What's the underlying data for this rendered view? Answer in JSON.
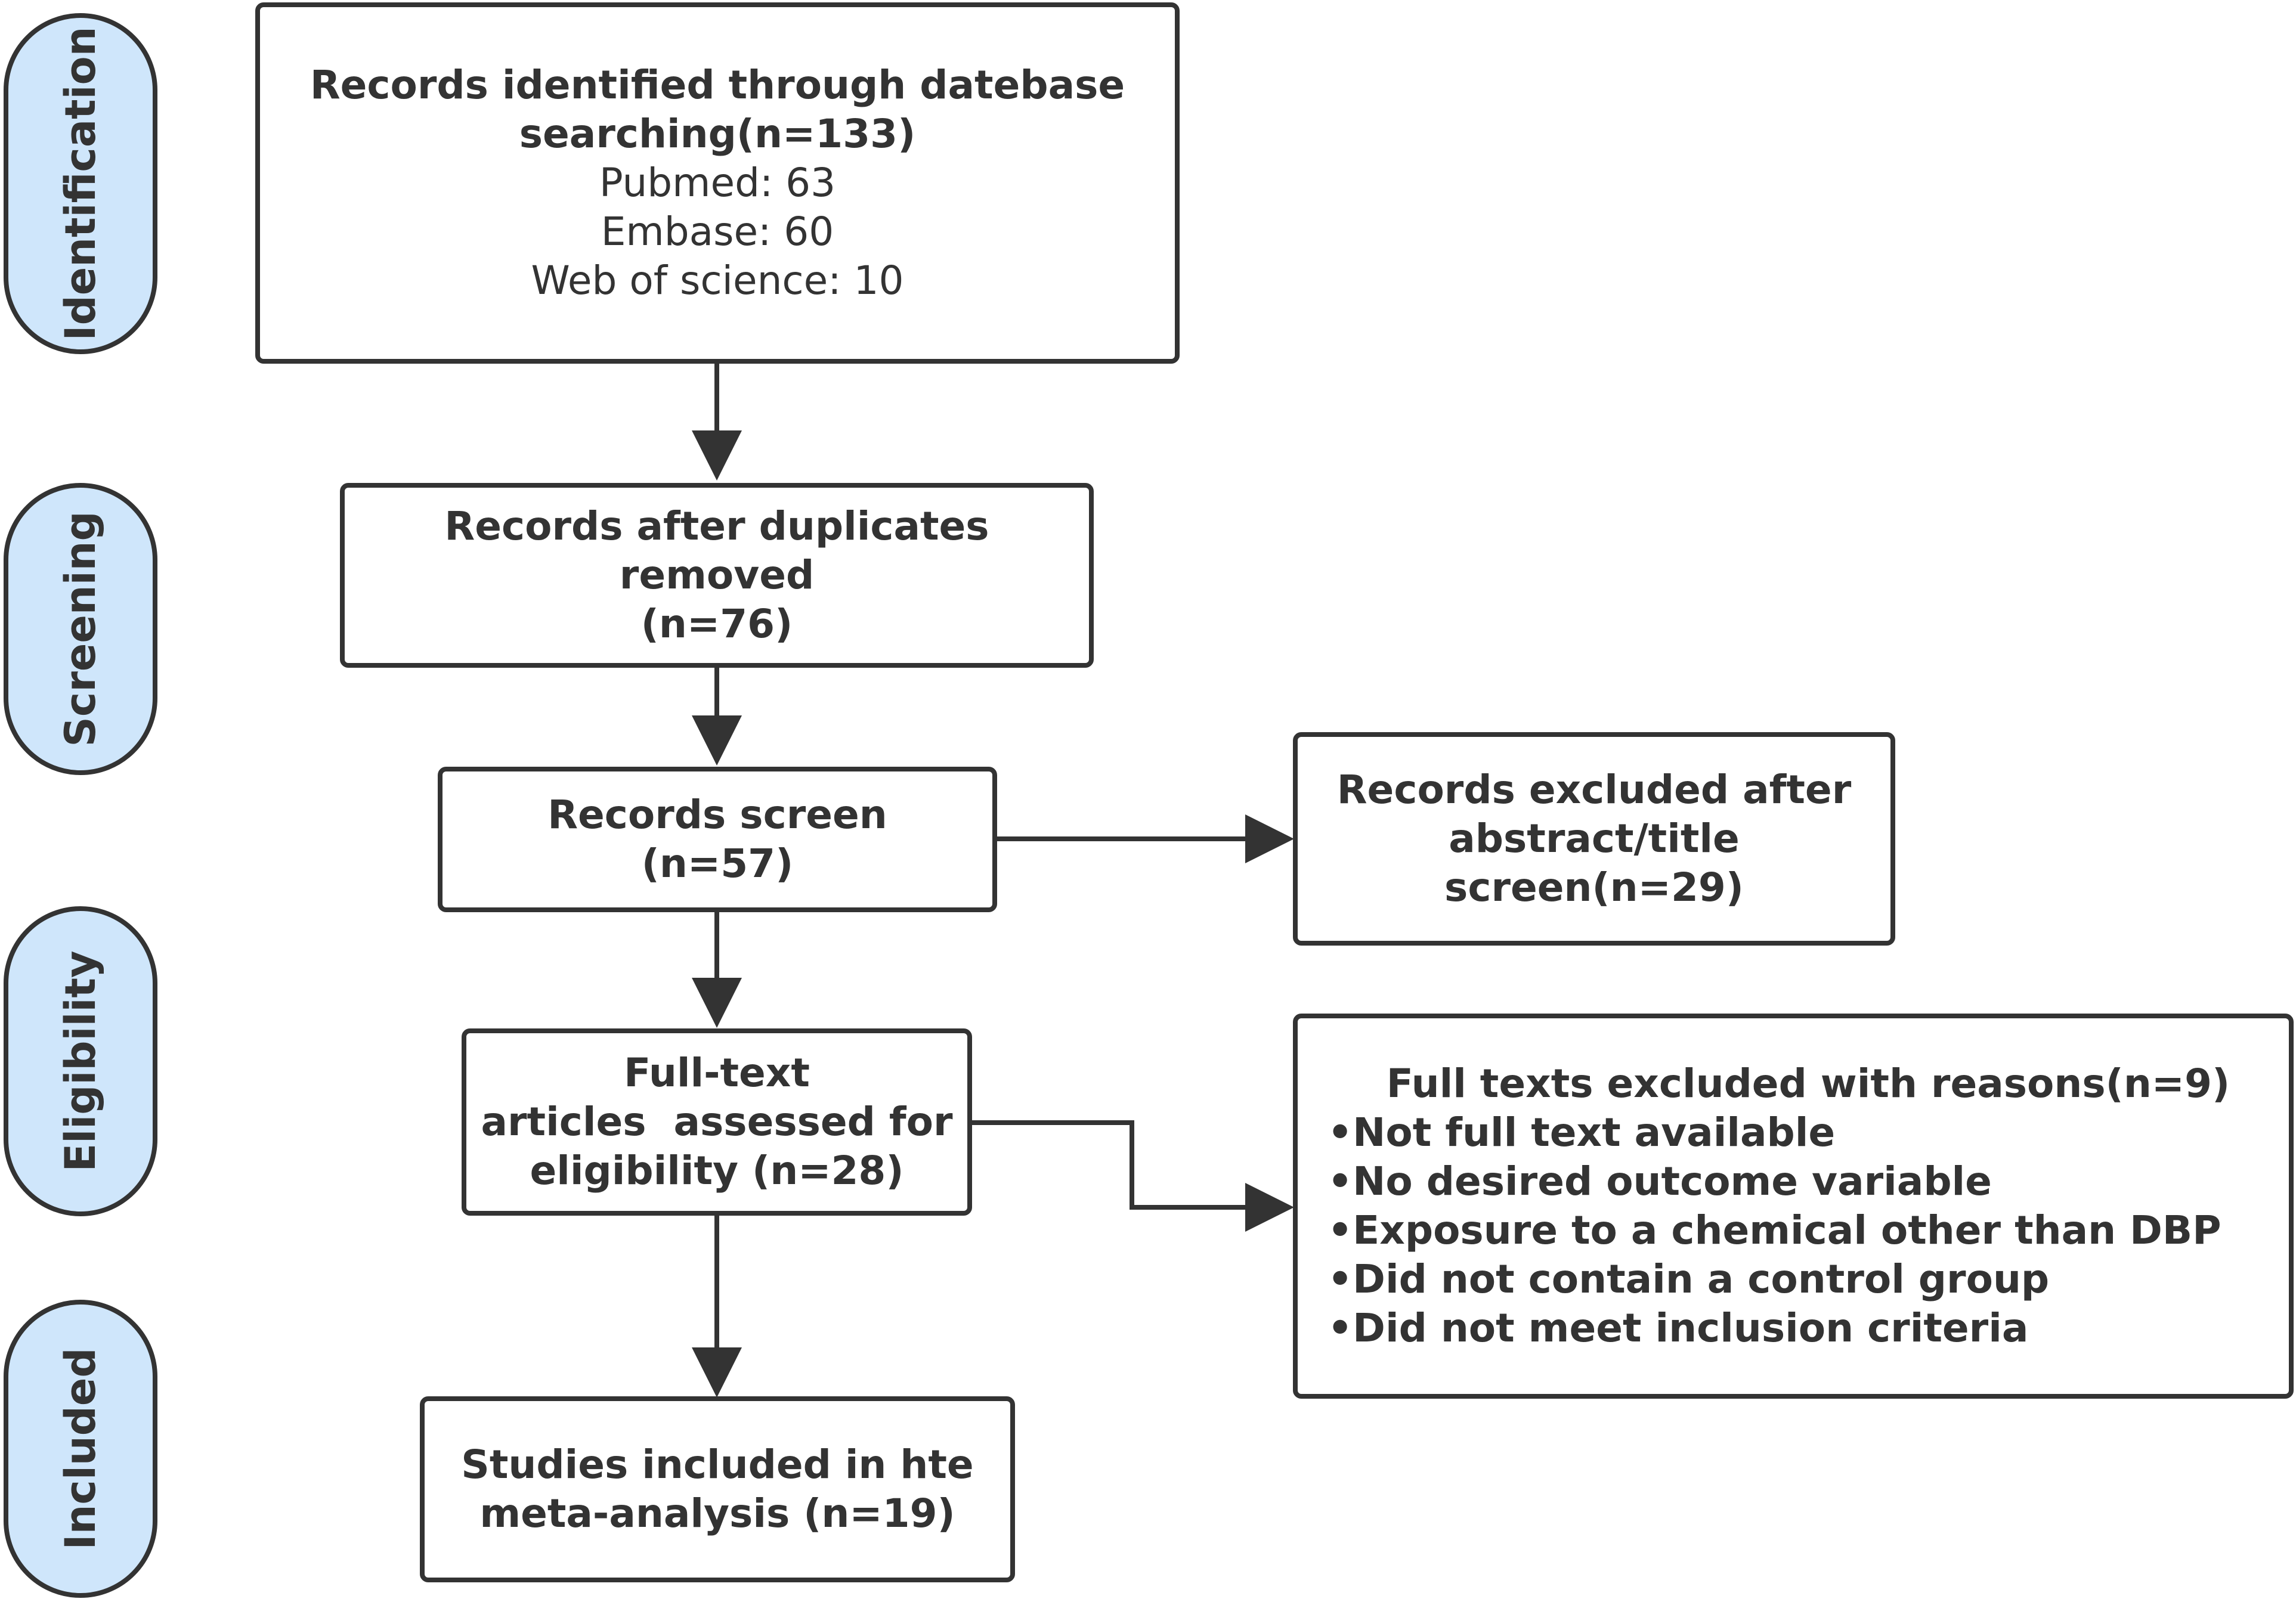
{
  "stages": [
    {
      "id": "identification",
      "label": "Identification"
    },
    {
      "id": "screening",
      "label": "Screening"
    },
    {
      "id": "eligibility",
      "label": "Eligibility"
    },
    {
      "id": "included",
      "label": "Included"
    }
  ],
  "boxes": {
    "identified": {
      "title_line1": "Records identified through datebase",
      "title_line2": "searching(n=133)",
      "sources": [
        "Pubmed: 63",
        "Embase: 60",
        "Web of science: 10"
      ]
    },
    "deduplicated": {
      "line1": "Records after duplicates removed",
      "line2": "(n=76)"
    },
    "screened": {
      "line1": "Records screen",
      "line2": "(n=57)"
    },
    "excluded_abstract": {
      "line1": "Records excluded after",
      "line2": "abstract/title screen(n=29)"
    },
    "fulltext": {
      "line1": "Full-text",
      "line2": "articles  assessed for",
      "line3": "eligibility (n=28)"
    },
    "excluded_fulltext": {
      "title": "Full texts excluded with reasons(n=9)",
      "reasons": [
        "•Not full text available",
        "•No desired outcome variable",
        "•Exposure to a chemical other than DBP",
        "•Did not contain a control group",
        "•Did not meet inclusion criteria"
      ]
    },
    "included": {
      "line1": "Studies included in hte",
      "line2": "meta-analysis (n=19)"
    }
  },
  "colors": {
    "stroke": "#333333",
    "stage_fill": "#cfe6fb",
    "box_fill": "#ffffff"
  }
}
